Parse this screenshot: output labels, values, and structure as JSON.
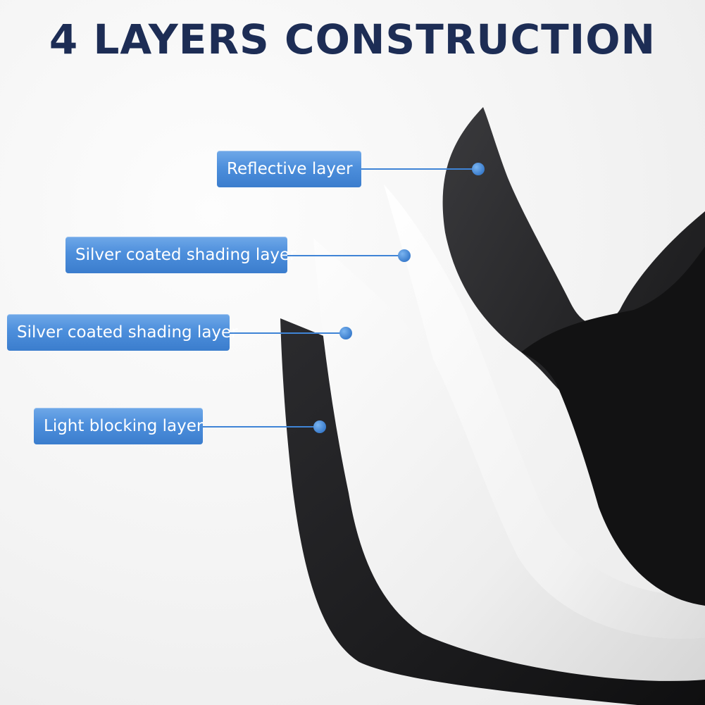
{
  "title": "4 LAYERS CONSTRUCTION",
  "layers": [
    {
      "label": "Reflective layer"
    },
    {
      "label": "Silver coated shading layer"
    },
    {
      "label": "Silver coated shading layer"
    },
    {
      "label": "Light blocking layer"
    }
  ],
  "colors": {
    "title": "#1d2d55",
    "label_background": "#4d8fdc",
    "label_text": "#ffffff",
    "leader_line": "#3f84d6",
    "sheet_black": "#1c1c1e",
    "sheet_white": "#f7f7f7"
  }
}
